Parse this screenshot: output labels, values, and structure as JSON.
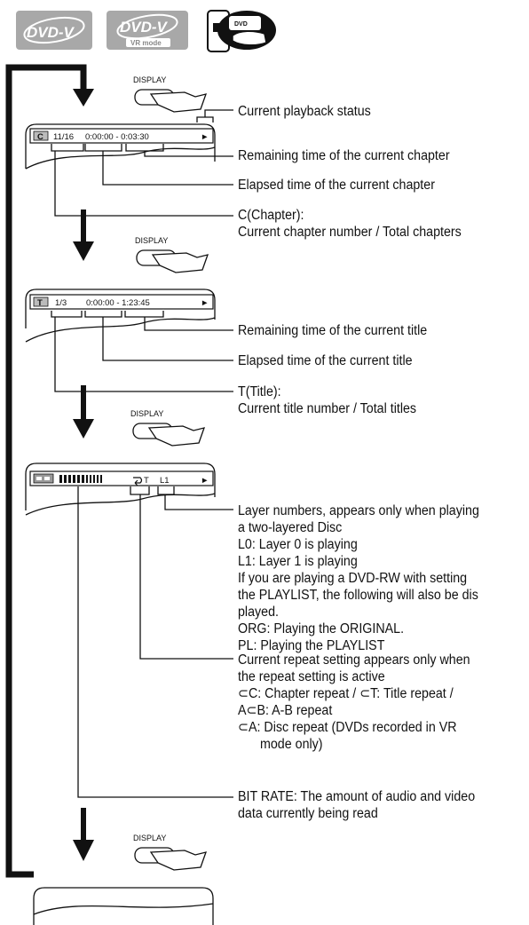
{
  "logos": [
    {
      "text": "DVD-V",
      "sub": ""
    },
    {
      "text": "DVD-V",
      "sub": "VR mode"
    },
    {
      "text": "DVD"
    }
  ],
  "display_label": "DISPLAY",
  "screen1": {
    "icon": "C",
    "counter": "11/16",
    "time": "0:00:00 - 0:03:30",
    "status": "►",
    "callouts": [
      "Current playback status",
      "Remaining time of the current chapter",
      "Elapsed time of the current chapter",
      "C(Chapter):",
      "Current chapter number / Total chapters"
    ]
  },
  "screen2": {
    "icon": "T",
    "counter": "1/3",
    "time": "0:00:00 - 1:23:45",
    "status": "►",
    "callouts": [
      "Remaining time of the current title",
      "Elapsed time of the current title",
      "T(Title):",
      "Current title number / Total titles"
    ]
  },
  "screen3": {
    "repeat": "T",
    "layer": "L1",
    "status": "►",
    "layer_notes": [
      "Layer numbers, appears only when playing",
      "a two-layered Disc",
      "L0: Layer 0 is playing",
      "L1: Layer 1 is playing",
      "If you are playing a DVD-RW with setting",
      "the PLAYLIST, the following will also be dis",
      "played.",
      "ORG: Playing the ORIGINAL.",
      "PL: Playing the PLAYLIST"
    ],
    "repeat_notes": [
      "Current repeat setting appears only when",
      "the repeat setting is active",
      "C: Chapter repeat /",
      "T: Title repeat /",
      "A",
      "B: A-B repeat",
      "A: Disc repeat (DVDs recorded in VR",
      "mode only)"
    ],
    "bitrate_notes": [
      "BIT RATE: The amount of audio and video",
      "data currently being read"
    ]
  }
}
